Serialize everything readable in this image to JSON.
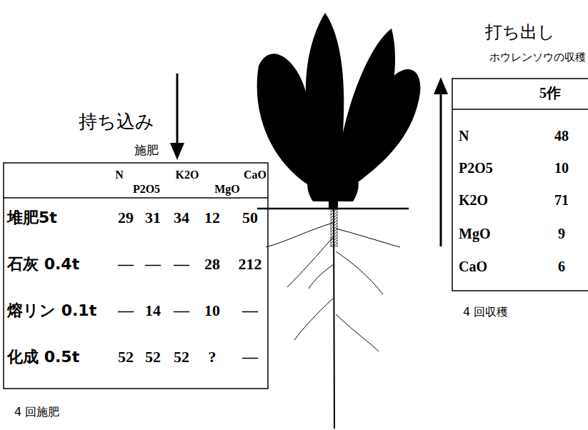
{
  "diagram": {
    "labels": [
      "持ち込み",
      "施肥",
      "N",
      "P2O5",
      "K2O",
      "MgO",
      "CaO",
      "堆肥5t",
      "29",
      "31",
      "34",
      "12",
      "50",
      "石灰 0.4t",
      "—",
      "—",
      "—",
      "28",
      "212",
      "熔リン 0.1t",
      "—",
      "14",
      "—",
      "10",
      "—",
      "化成 0.5t",
      "52",
      "52",
      "52",
      "?",
      "—",
      "4 回施肥",
      "打ち出し",
      "ホウレンソウの収穫",
      "5作",
      "N",
      "48",
      "P2O5",
      "10",
      "K2O",
      "71",
      "MgO",
      "9",
      "CaO",
      "6",
      "4 回収穫"
    ]
  }
}
